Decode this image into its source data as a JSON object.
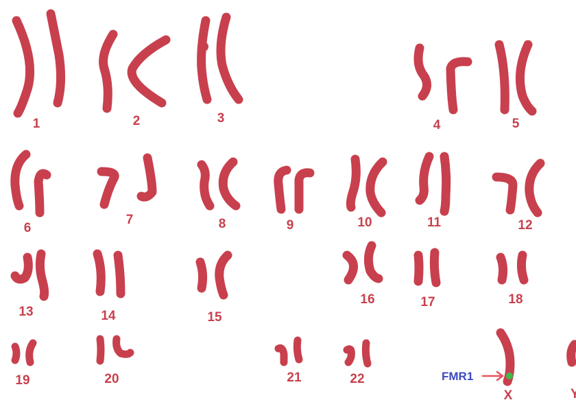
{
  "chromosomes": [
    {
      "label": "1"
    },
    {
      "label": "2"
    },
    {
      "label": "3"
    },
    {
      "label": "4"
    },
    {
      "label": "5"
    },
    {
      "label": "6"
    },
    {
      "label": "7"
    },
    {
      "label": "8"
    },
    {
      "label": "9"
    },
    {
      "label": "10"
    },
    {
      "label": "11"
    },
    {
      "label": "12"
    },
    {
      "label": "13"
    },
    {
      "label": "14"
    },
    {
      "label": "15"
    },
    {
      "label": "16"
    },
    {
      "label": "17"
    },
    {
      "label": "18"
    },
    {
      "label": "19"
    },
    {
      "label": "20"
    },
    {
      "label": "21"
    },
    {
      "label": "22"
    },
    {
      "label": "X"
    },
    {
      "label": "Y"
    }
  ],
  "gene_marker": {
    "label": "FMR1",
    "chromosome": "X",
    "color": "#3dbb4a"
  },
  "colors": {
    "chromosome": "#c8404d",
    "gene_label": "#3b49c0",
    "arrow": "#e8525e"
  }
}
